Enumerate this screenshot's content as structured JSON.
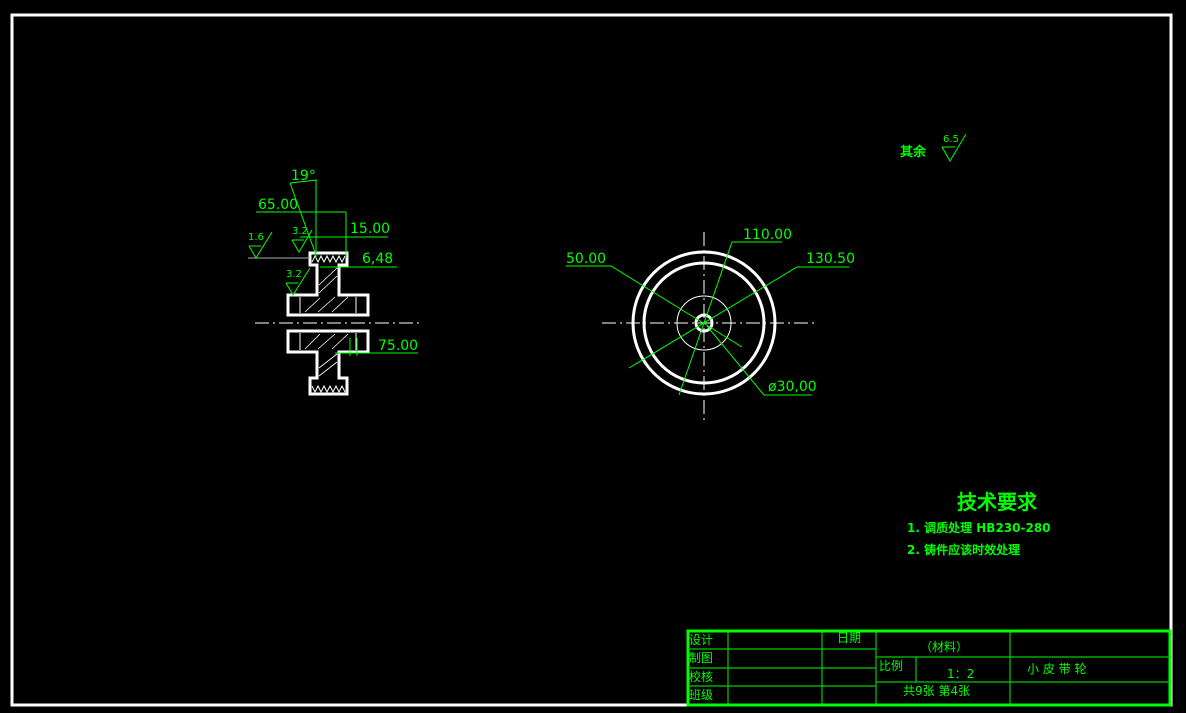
{
  "side_view": {
    "angle": "19°",
    "dims": [
      "65.00",
      "15.00",
      "6,48",
      "75.00"
    ],
    "roughness": [
      "1.6",
      "3.2",
      "3.2"
    ]
  },
  "front_view": {
    "dims": [
      "50.00",
      "110.00",
      "130.50",
      "ø30,00"
    ]
  },
  "roughness_other": {
    "label": "其余",
    "value": "6.5"
  },
  "tech_requirements": {
    "title": "技术要求",
    "items": [
      "1. 调质处理 HB230-280",
      "2. 铸件应该时效处理"
    ]
  },
  "title_block": {
    "rows": [
      "设计",
      "制图",
      "校核",
      "班级"
    ],
    "date": "日期",
    "material": "（材料）",
    "scale_label": "比例",
    "scale": "1：2",
    "sheets": "共9张  第4张",
    "part_name": "小 皮 带 轮"
  },
  "colors": {
    "annotation": "#00ff00",
    "geometry": "#ffffff",
    "background": "#000000"
  }
}
